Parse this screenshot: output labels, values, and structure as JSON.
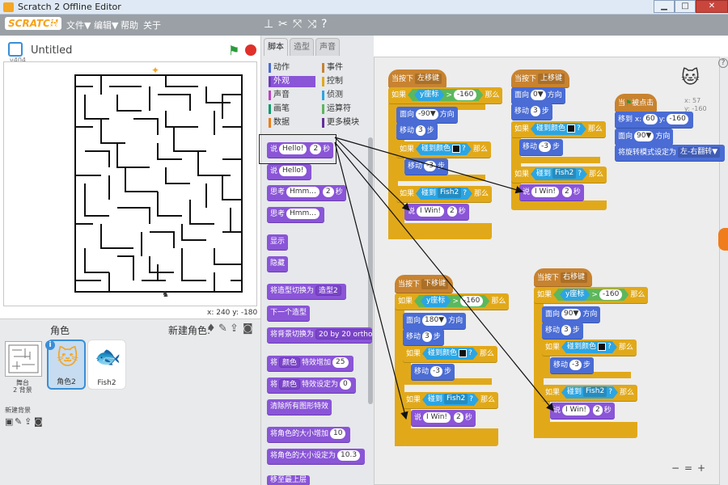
{
  "window": {
    "title": "Scratch 2 Offline Editor",
    "controls": [
      "▁",
      "□",
      "✕"
    ]
  },
  "menubar": {
    "logo": "SCRATCH",
    "items": [
      "文件▼",
      "编辑▼",
      "帮助",
      "关于"
    ],
    "tools": [
      "duplicate-icon",
      "delete-icon",
      "grow-icon",
      "shrink-icon",
      "help-icon"
    ]
  },
  "stage": {
    "project_title": "Untitled",
    "version": "v404",
    "coords": "x: 240  y: -180"
  },
  "sprites": {
    "label": "角色",
    "new_sprite": "新建角色:",
    "stage_label": "舞台",
    "stage_backdrops": "2 背景",
    "new_backdrop": "新建背景",
    "items": [
      {
        "name": "角色2"
      },
      {
        "name": "Fish2"
      }
    ]
  },
  "tabs": [
    "脚本",
    "造型",
    "声音"
  ],
  "categories": [
    {
      "label": "动作",
      "color": "#4a6cd4"
    },
    {
      "label": "事件",
      "color": "#c88330"
    },
    {
      "label": "外观",
      "color": "#8a55d7",
      "selected": true
    },
    {
      "label": "控制",
      "color": "#e1a91a"
    },
    {
      "label": "声音",
      "color": "#bb42c3"
    },
    {
      "label": "侦测",
      "color": "#2ca5e2"
    },
    {
      "label": "画笔",
      "color": "#0e9a6c"
    },
    {
      "label": "运算符",
      "color": "#5cb85c"
    },
    {
      "label": "数据",
      "color": "#ee7d16"
    },
    {
      "label": "更多模块",
      "color": "#632d99"
    }
  ],
  "palette": {
    "say_for": {
      "a": "说",
      "b": "Hello!",
      "c": "2",
      "d": "秒"
    },
    "say": {
      "a": "说",
      "b": "Hello!"
    },
    "think_for": {
      "a": "思考",
      "b": "Hmm...",
      "c": "2",
      "d": "秒"
    },
    "think": {
      "a": "思考",
      "b": "Hmm..."
    },
    "show": "显示",
    "hide": "隐藏",
    "switch_costume": {
      "a": "将造型切换为",
      "b": "造型2"
    },
    "next_costume": "下一个造型",
    "switch_backdrop": {
      "a": "将背景切换为",
      "b": "20 by 20 orthogon"
    },
    "change_effect": {
      "a": "将",
      "b": "颜色",
      "c": "特效增加",
      "d": "25"
    },
    "set_effect": {
      "a": "将",
      "b": "颜色",
      "c": "特效设定为",
      "d": "0"
    },
    "clear_effects": "清除所有图形特效",
    "change_size": {
      "a": "将角色的大小增加",
      "b": "10"
    },
    "set_size": {
      "a": "将角色的大小设定为",
      "b": "10.3"
    },
    "go_front": "移至最上层"
  },
  "scripts": {
    "left": {
      "hat": "当按下",
      "key": "左移键",
      "if1": "如果",
      "ycoord": "y座标",
      "op": ">",
      "val": "-160",
      "then": "那么",
      "point": "面向",
      "dir": "-90▼",
      "dirlabel": "方向",
      "move": "移动",
      "steps": "3",
      "stepslabel": "步",
      "touchcolor": "碰到颜色",
      "q": "?",
      "move2": "-3",
      "touch": "碰到",
      "target": "Fish2",
      "say": "说",
      "msg": "I Win!",
      "secs": "2",
      "secslabel": "秒"
    },
    "up": {
      "hat": "当按下",
      "key": "上移键",
      "point": "面向",
      "dir": "0▼",
      "dirlabel": "方向",
      "move": "移动",
      "steps": "3",
      "stepslabel": "步",
      "if1": "如果",
      "touchcolor": "碰到颜色",
      "q": "?",
      "then": "那么",
      "move2": "-3",
      "touch": "碰到",
      "target": "Fish2",
      "say": "说",
      "msg": "I Win!",
      "secs": "2",
      "secslabel": "秒"
    },
    "flag": {
      "hat": "当",
      "clicked": "被点击",
      "goto": "移到 x:",
      "x": "60",
      "ylabel": "y:",
      "y": "-160",
      "point": "面向",
      "dir": "90▼",
      "dirlabel": "方向",
      "rot": "将旋转模式设定为",
      "rotval": "左-右翻转▼"
    },
    "down": {
      "hat": "当按下",
      "key": "下移键",
      "if1": "如果",
      "ycoord": "y座标",
      "op": ">",
      "val": "-160",
      "then": "那么",
      "point": "面向",
      "dir": "180▼",
      "dirlabel": "方向",
      "move": "移动",
      "steps": "3",
      "stepslabel": "步",
      "touchcolor": "碰到颜色",
      "q": "?",
      "move2": "-3",
      "touch": "碰到",
      "target": "Fish2",
      "say": "说",
      "msg": "I Win!",
      "secs": "2",
      "secslabel": "秒"
    },
    "right": {
      "hat": "当按下",
      "key": "右移键",
      "if1": "如果",
      "ycoord": "y座标",
      "op": ">",
      "val": "-160",
      "then": "那么",
      "point": "面向",
      "dir": "90▼",
      "dirlabel": "方向",
      "move": "移动",
      "steps": "3",
      "stepslabel": "步",
      "touchcolor": "碰到颜色",
      "q": "?",
      "move2": "-3",
      "touch": "碰到",
      "target": "Fish2",
      "say": "说",
      "msg": "I Win!",
      "secs": "2",
      "secslabel": "秒"
    }
  },
  "sprite_info": {
    "x": "x: 57",
    "y": "y: -160"
  },
  "zoom": [
    "−",
    "=",
    "+"
  ]
}
